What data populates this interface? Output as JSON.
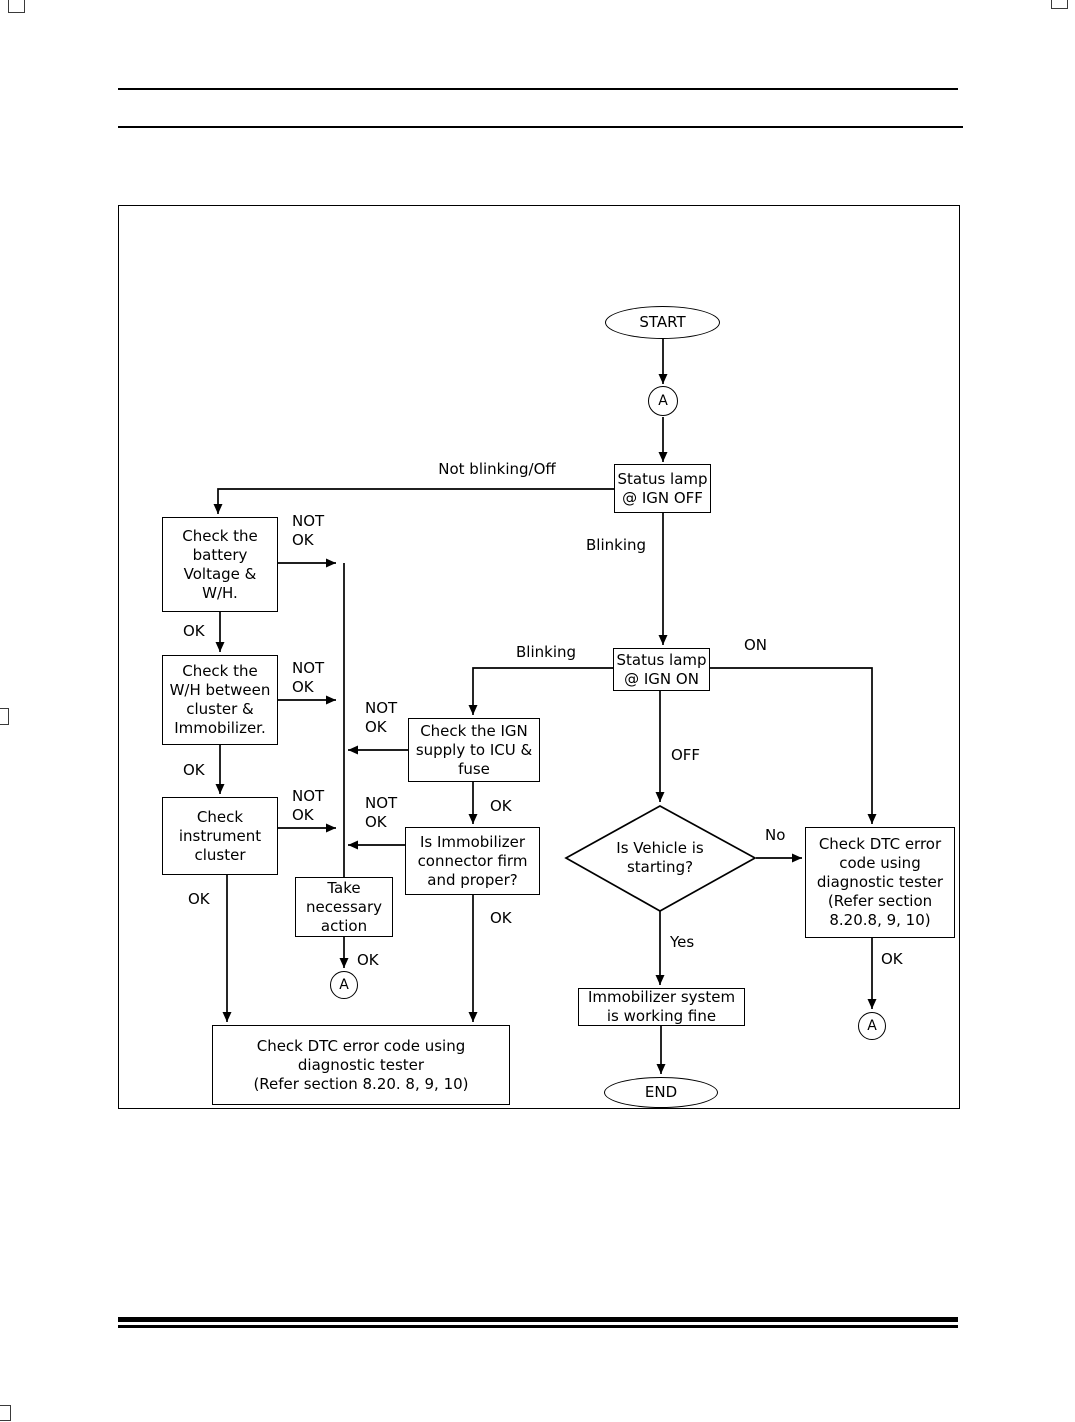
{
  "nodes": {
    "start": "START",
    "connector_a_top": "A",
    "status_lamp_ign_off": "Status lamp\n@ IGN OFF",
    "check_battery": "Check the\nbattery\nVoltage &\nW/H.",
    "check_wh": "Check the\nW/H between\ncluster &\nImmobilizer.",
    "check_cluster": "Check\ninstrument\ncluster",
    "status_lamp_ign_on": "Status lamp\n@ IGN ON",
    "check_ign_supply": "Check the IGN\nsupply to ICU &\nfuse",
    "connector_firm": "Is Immobilizer\nconnector firm\nand proper?",
    "take_action": "Take\nnecessary\naction",
    "connector_a_left": "A",
    "dtc_bottom": "Check DTC error code using\ndiagnostic tester\n(Refer section 8.20. 8, 9, 10)",
    "vehicle_starting": "Is Vehicle is\nstarting?",
    "dtc_right": "Check DTC error\ncode using\ndiagnostic tester\n(Refer section\n8.20.8, 9, 10)",
    "connector_a_right": "A",
    "working_fine": "Immobilizer system\nis working fine",
    "end": "END"
  },
  "edge_labels": {
    "not_blinking_off": "Not blinking/Off",
    "blinking_top": "Blinking",
    "blinking_left": "Blinking",
    "on": "ON",
    "off": "OFF",
    "no": "No",
    "yes": "Yes",
    "not_ok_battery": "NOT\nOK",
    "not_ok_wh": "NOT\nOK",
    "not_ok_cluster": "NOT\nOK",
    "not_ok_ign": "NOT\nOK",
    "not_ok_connector": "NOT\nOK",
    "ok_battery": "OK",
    "ok_wh": "OK",
    "ok_cluster": "OK",
    "ok_action": "OK",
    "ok_ign": "OK",
    "ok_connector": "OK",
    "ok_dtc_right": "OK"
  },
  "colors": {
    "line": "#000000",
    "background": "#ffffff"
  }
}
